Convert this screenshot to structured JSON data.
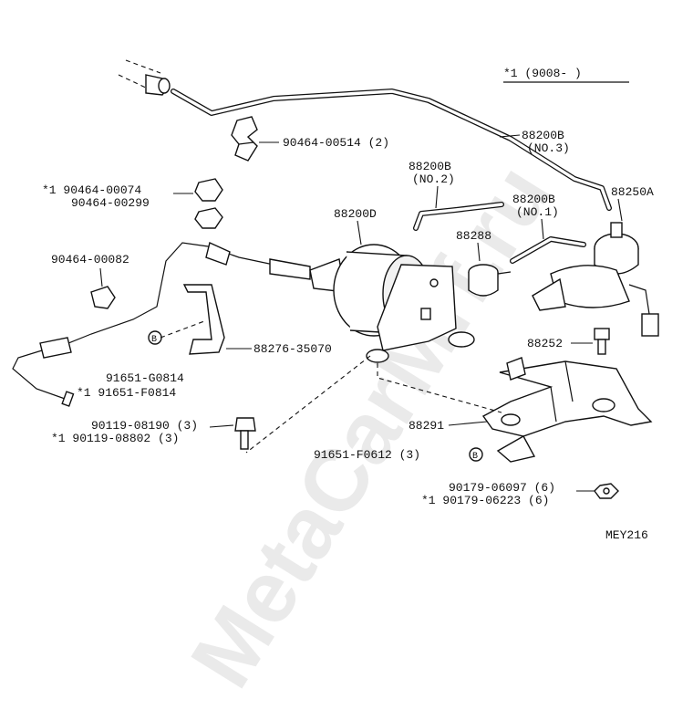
{
  "diagram": {
    "code": "MEY216",
    "note": "*1  (9008-      )",
    "watermark": "MetaCarMrf.ru",
    "callouts": {
      "c_90464_00514": "90464-00514 (2)",
      "c_88200b_no3_a": "88200B",
      "c_88200b_no3_b": "(NO.3)",
      "c_88200b_no2_a": "88200B",
      "c_88200b_no2_b": "(NO.2)",
      "c_88200b_no1_a": "88200B",
      "c_88200b_no1_b": "(NO.1)",
      "c_88250a": "88250A",
      "c_90464_00074": "*1  90464-00074",
      "c_90464_00299": "90464-00299",
      "c_88200d": "88200D",
      "c_88288": "88288",
      "c_90464_00082": "90464-00082",
      "c_88276_35070": "88276-35070",
      "c_88252": "88252",
      "c_91651_g0814": "91651-G0814",
      "c_91651_f0814": "*1  91651-F0814",
      "c_90119_08190": "90119-08190 (3)",
      "c_90119_08802": "*1  90119-08802 (3)",
      "c_88291": "88291",
      "c_91651_f0612": "91651-F0612 (3)",
      "c_90179_06097": "90179-06097 (6)",
      "c_90179_06223": "*1  90179-06223 (6)",
      "c_b_marker1": "B",
      "c_b_marker2": "B"
    }
  }
}
